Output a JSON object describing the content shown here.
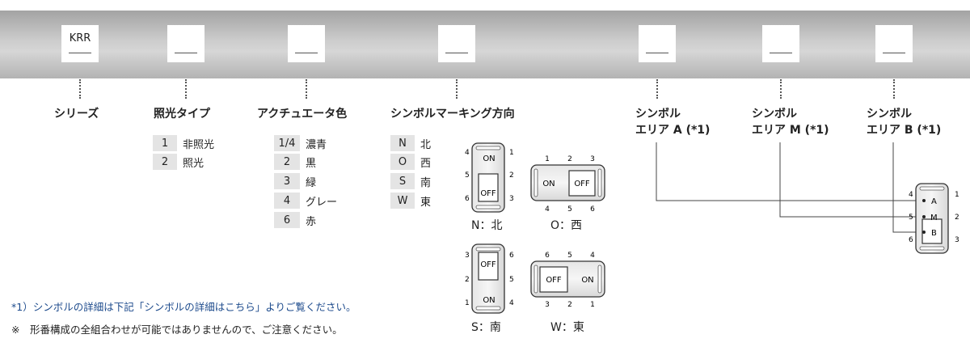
{
  "series_code": "KRR",
  "fields": {
    "series": "シリーズ",
    "illumination": "照光タイプ",
    "actuator_color": "アクチュエータ色",
    "marking_direction": "シンボルマーキング方向",
    "symbol_area": "シンボル",
    "area_a": "エリア A (*1)",
    "area_m": "エリア M (*1)",
    "area_b": "エリア B (*1)"
  },
  "illumination_options": [
    {
      "code": "1",
      "label": "非照光"
    },
    {
      "code": "2",
      "label": "照光"
    }
  ],
  "color_options": [
    {
      "code": "1/4",
      "label": "濃青"
    },
    {
      "code": "2",
      "label": "黒"
    },
    {
      "code": "3",
      "label": "緑"
    },
    {
      "code": "4",
      "label": "グレー"
    },
    {
      "code": "6",
      "label": "赤"
    }
  ],
  "direction_options": [
    {
      "code": "N",
      "label": "北"
    },
    {
      "code": "O",
      "label": "西"
    },
    {
      "code": "S",
      "label": "南"
    },
    {
      "code": "W",
      "label": "東"
    }
  ],
  "switch_labels": {
    "on": "ON",
    "off": "OFF"
  },
  "terminals": {
    "1": "1",
    "2": "2",
    "3": "3",
    "4": "4",
    "5": "5",
    "6": "6"
  },
  "captions": {
    "n": "N：北",
    "o": "O：西",
    "s": "S：南",
    "w": "W：東"
  },
  "area_markers": {
    "a": "A",
    "m": "M",
    "b": "B"
  },
  "notes": {
    "note1": "*1）シンボルの詳細は下記「シンボルの詳細はこちら」よりご覧ください。",
    "note2": "※　形番構成の全組合わせが可能ではありませんので、ご注意ください。"
  },
  "colors": {
    "note_blue": "#1c4a8c",
    "code_bg": "#e4e4e4",
    "band": "#c4c4c4"
  }
}
